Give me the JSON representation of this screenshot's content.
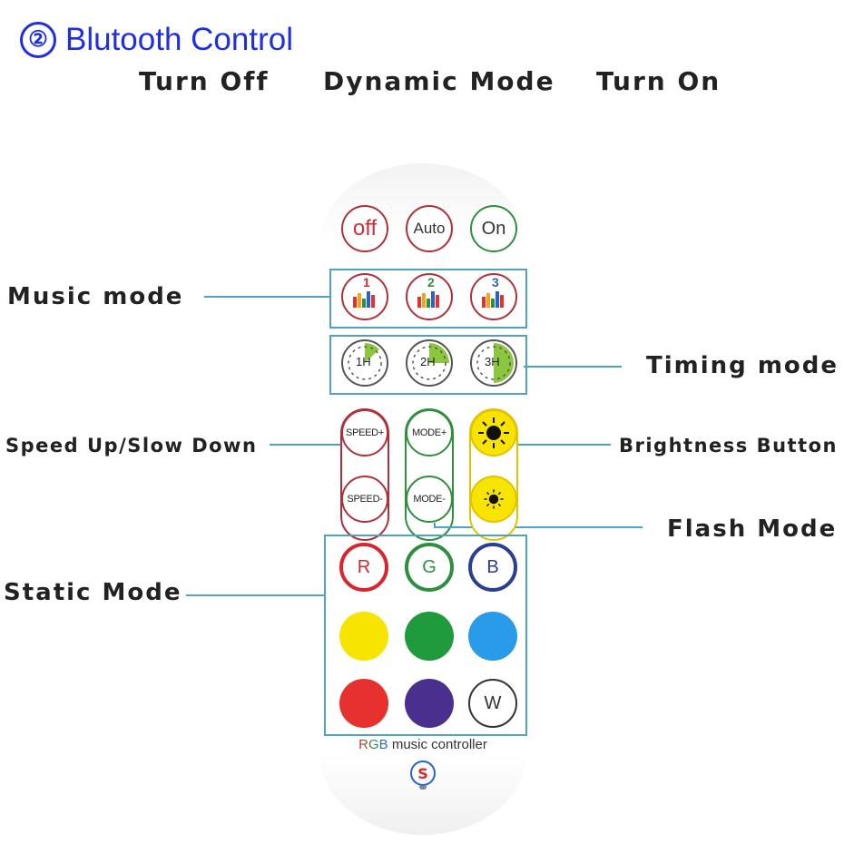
{
  "heading": {
    "number": "②",
    "text": "Blutooth Control",
    "color": "#1f2fe0"
  },
  "top_labels": {
    "turn_off": "Turn Off",
    "dynamic_mode": "Dynamic Mode",
    "turn_on": "Turn On"
  },
  "side_labels": {
    "music_mode": "Music mode",
    "timing_mode": "Timing mode",
    "speed": "Speed Up/Slow Down",
    "brightness": "Brightness Button",
    "flash_mode": "Flash Mode",
    "static_mode": "Static Mode"
  },
  "buttons": {
    "off": "off",
    "auto": "Auto",
    "on": "On",
    "music1": "1",
    "music2": "2",
    "music3": "3",
    "timer1": "1H",
    "timer2": "2H",
    "timer3": "3H",
    "speed_up": "SPEED+",
    "speed_down": "SPEED-",
    "mode_up": "MODE+",
    "mode_down": "MODE-",
    "red": "R",
    "green": "G",
    "blue": "B",
    "white": "W"
  },
  "colors": {
    "accent_line": "#4fa3bc",
    "red_ring": "#b0303a",
    "green_ring": "#2f8f3e",
    "blue_ring": "#1e3f8a",
    "yellow": "#f7e400",
    "green": "#1f9a3c",
    "sky_blue": "#2a9be8",
    "red": "#e6312e",
    "purple": "#4a2f8f"
  },
  "brand": {
    "prefix": "RGB",
    "suffix": " music controller"
  }
}
